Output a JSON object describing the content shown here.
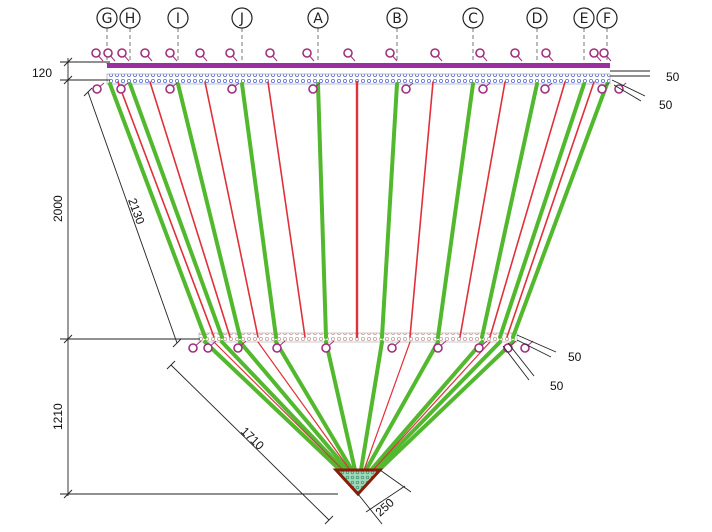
{
  "axes": [
    "G",
    "H",
    "I",
    "J",
    "A",
    "B",
    "C",
    "D",
    "E",
    "F"
  ],
  "dimensions": {
    "top_beam_height": "120",
    "vertical_upper": "2000",
    "inclined_upper": "2130",
    "vertical_lower": "1210",
    "inclined_lower": "1710",
    "apex_width": "250",
    "offset_top_1": "50",
    "offset_top_2": "50",
    "offset_mid_1": "50",
    "offset_mid_2": "50"
  },
  "colors": {
    "primary_bar": "#52b82e",
    "secondary_bar": "#e0303a",
    "beam": "#9b2fa0",
    "node": "#a0307f",
    "mesh": "#6070d8",
    "apex_fill": "#48a890",
    "apex_stroke": "#8a1c0c",
    "dim_line": "#222222"
  }
}
